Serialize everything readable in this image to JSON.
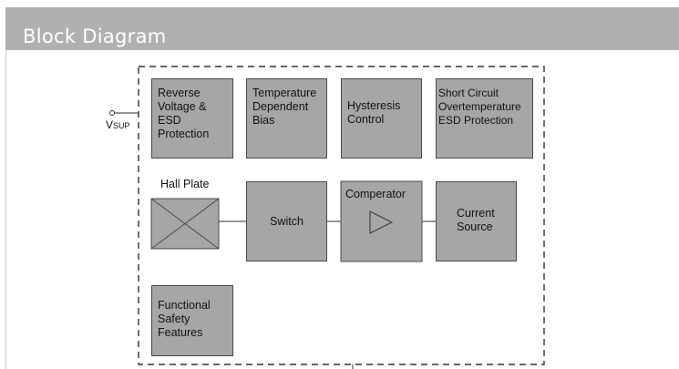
{
  "header": {
    "title": "Block Diagram"
  },
  "supply": {
    "label_main": "V",
    "label_sub": "SUP"
  },
  "blocks": {
    "reverse_voltage": "Reverse\nVoltage &\nESD\nProtection",
    "temperature_bias": "Temperature\nDependent\nBias",
    "hysteresis": "Hysteresis\nControl",
    "short_circuit": "Short Circuit\nOvertemperature\nESD Protection",
    "hall_plate_label": "Hall Plate",
    "switch": "Switch",
    "comparator_label": "Comperator",
    "current_source": "Current\nSource",
    "functional_safety": "Functional\nSafety\nFeatures"
  },
  "colors": {
    "header_bg": "#b0b0b0",
    "block_fill": "#a6a6a6",
    "outline": "#333333"
  }
}
